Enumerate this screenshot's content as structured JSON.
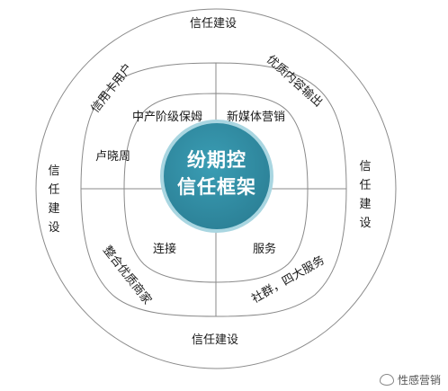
{
  "diagram": {
    "center_lines": [
      "纷期控",
      "信任框架"
    ],
    "outer_ring": {
      "top": "信任建设",
      "bottom": "信任建设",
      "left": "信任建设",
      "right": "信任建设"
    },
    "middle_ring": {
      "top_left": "信用卡用户",
      "top_right": "优质内容输出",
      "bottom_left": "整合优质商家",
      "bottom_right": "社群，四大服务"
    },
    "inner_ring": {
      "top_left": "中产阶级保姆",
      "top_right": "新媒体营销",
      "bottom_left": "连接",
      "bottom_right": "服务",
      "left": "卢晓周"
    },
    "watermark": "性感营销",
    "colors": {
      "center_fill": "#2f8fa6",
      "center_border": "#9fd0dc",
      "line": "#8a8a8a"
    }
  }
}
